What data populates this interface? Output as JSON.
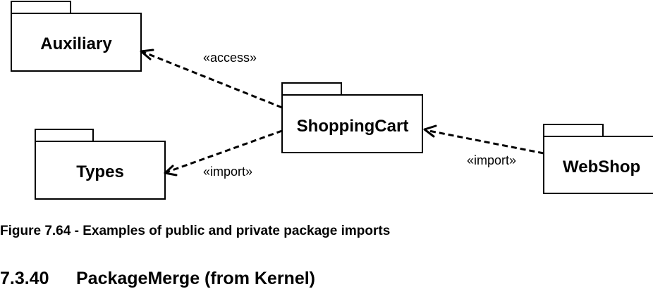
{
  "diagram": {
    "packages": {
      "auxiliary": "Auxiliary",
      "types": "Types",
      "shopping_cart": "ShoppingCart",
      "web_shop": "WebShop"
    },
    "dependencies": {
      "cart_to_auxiliary": "«access»",
      "cart_to_types": "«import»",
      "webshop_to_cart": "«import»"
    }
  },
  "caption": "Figure 7.64 - Examples of public and private package imports",
  "section": {
    "number": "7.3.40",
    "title": "PackageMerge (from Kernel)"
  }
}
